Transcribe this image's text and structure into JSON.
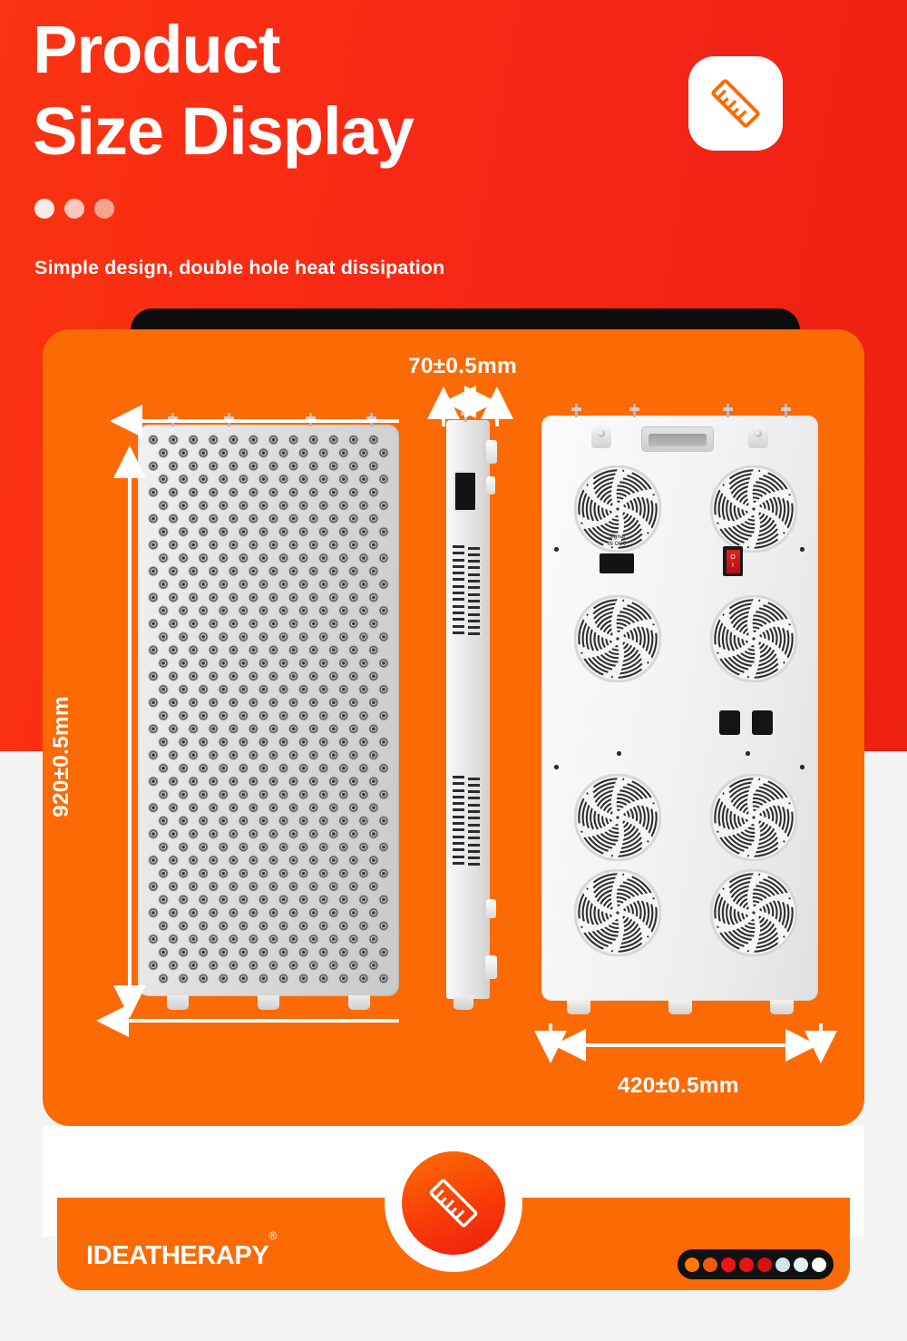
{
  "header": {
    "title_line1": "Product",
    "title_line2": "Size Display",
    "subtitle": "Simple design, double hole heat dissipation",
    "icon": "ruler-icon",
    "dots": [
      "dot-light",
      "dot-mid",
      "dot-dark"
    ]
  },
  "dimensions": {
    "depth": "70±0.5mm",
    "height": "920±0.5mm",
    "width": "420±0.5mm"
  },
  "device": {
    "front_view": {
      "name": "led-light-panel-front",
      "led_columns": 12,
      "led_rows": 42,
      "feet": 3,
      "top_screws": 4
    },
    "side_view": {
      "name": "led-light-panel-side",
      "display_screen": "black-lcd-screen",
      "vent_groups": 2,
      "vent_slots_per_group": 14
    },
    "back_view": {
      "name": "led-light-panel-back",
      "handle_label": "carry-handle",
      "fans": 8,
      "signal_port_label_line1": "Signal",
      "signal_port_label_line2": "IN  OUT",
      "power_switch_on": "I",
      "power_switch_off": "O",
      "power_connectors": 2,
      "feet": 3,
      "top_screws": 4
    }
  },
  "footer": {
    "brand": "IDEATHERAPY",
    "brand_mark": "®",
    "icon": "ruler-icon",
    "swatches": [
      "#FF7A00",
      "#F05A0A",
      "#F01414",
      "#E81414",
      "#D81010",
      "#CFE6EF",
      "#E4F2F5",
      "#FFFFFF"
    ]
  },
  "colors": {
    "bg_red": "#F72816",
    "bg_gray": "#F3F3F3",
    "card_orange": "#FB6A05",
    "white": "#FFFFFF",
    "black_bar": "#0C0C0C"
  }
}
